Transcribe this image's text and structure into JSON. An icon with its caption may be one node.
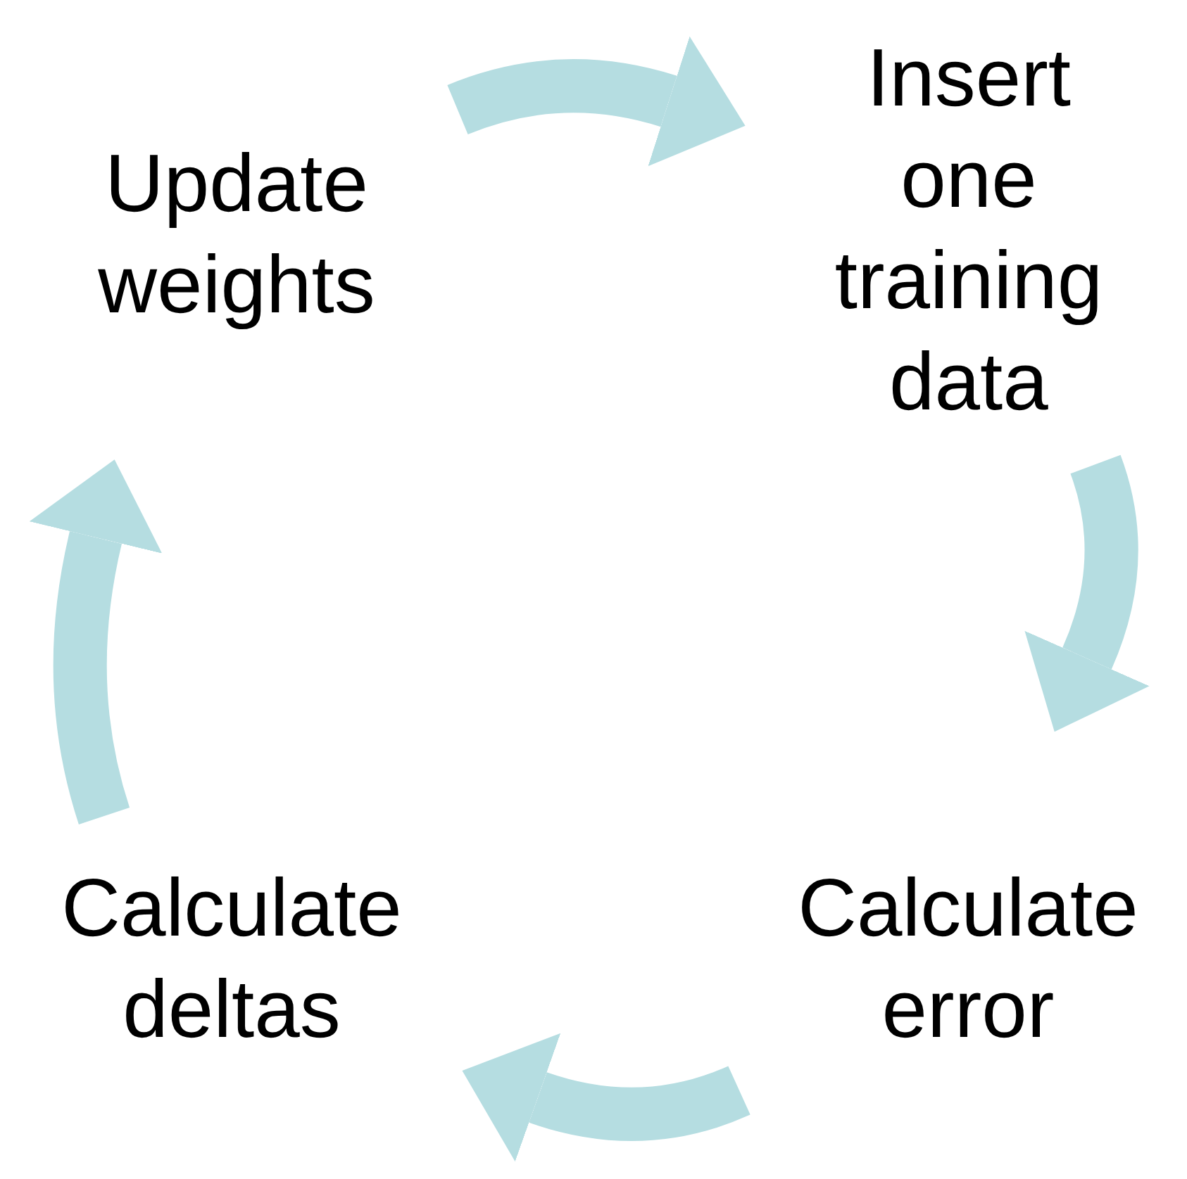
{
  "diagram": {
    "nodes": [
      {
        "text": [
          "Insert one training data"
        ]
      },
      {
        "text": [
          "Calculate error"
        ]
      },
      {
        "text": [
          "Calculate deltas"
        ]
      },
      {
        "text": [
          "Update weights"
        ]
      }
    ],
    "edges": [
      {
        "from": 3,
        "to": 0,
        "arrow": "to"
      },
      {
        "from": 0,
        "to": 1,
        "arrow": "to"
      },
      {
        "from": 1,
        "to": 2,
        "arrow": "to"
      },
      {
        "from": 2,
        "to": 3,
        "arrow": "to"
      }
    ]
  }
}
